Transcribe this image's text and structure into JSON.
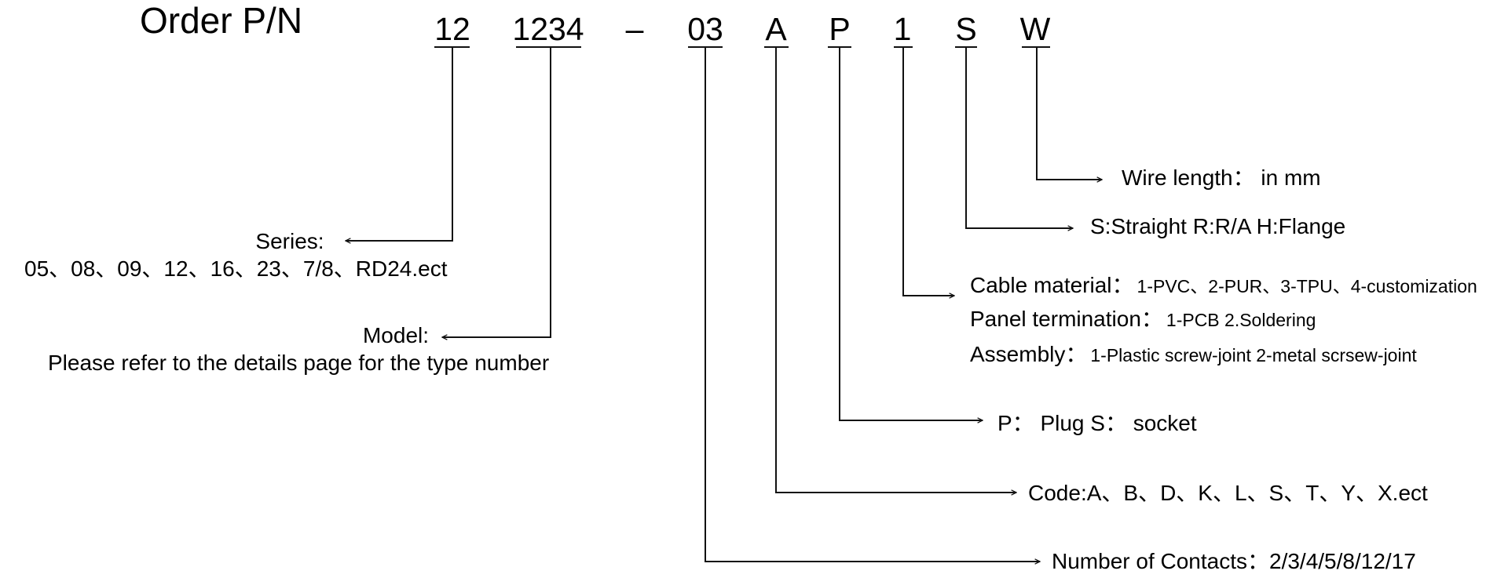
{
  "title": "Order P/N",
  "segments": [
    {
      "key": "series",
      "code": "12"
    },
    {
      "key": "model",
      "code": "1234"
    },
    {
      "key": "dash",
      "code": "–"
    },
    {
      "key": "contacts",
      "code": "03"
    },
    {
      "key": "coding",
      "code": "A"
    },
    {
      "key": "gender",
      "code": "P"
    },
    {
      "key": "material",
      "code": "1"
    },
    {
      "key": "direction",
      "code": "S"
    },
    {
      "key": "wire",
      "code": "W"
    }
  ],
  "labels": {
    "series_title": "Series:",
    "series_values": "05、08、09、12、16、23、7/8、RD24.ect",
    "model_title": "Model:",
    "model_desc": "Please refer to the details page for the type number",
    "wire": "Wire length： in mm",
    "direction": "S:Straight R:R/A H:Flange",
    "cable_head": "Cable material：",
    "cable_values": "1-PVC、2-PUR、3-TPU、4-customization",
    "panel_head": "Panel termination：",
    "panel_values": "1-PCB 2.Soldering",
    "assembly_head": "Assembly：",
    "assembly_values": "1-Plastic screw-joint 2-metal scrsew-joint",
    "gender": "P： Plug  S： socket",
    "coding": "Code:A、B、D、K、L、S、T、Y、X.ect",
    "contacts_head": "Number of Contacts",
    "contacts_values": "：2/3/4/5/8/12/17"
  }
}
